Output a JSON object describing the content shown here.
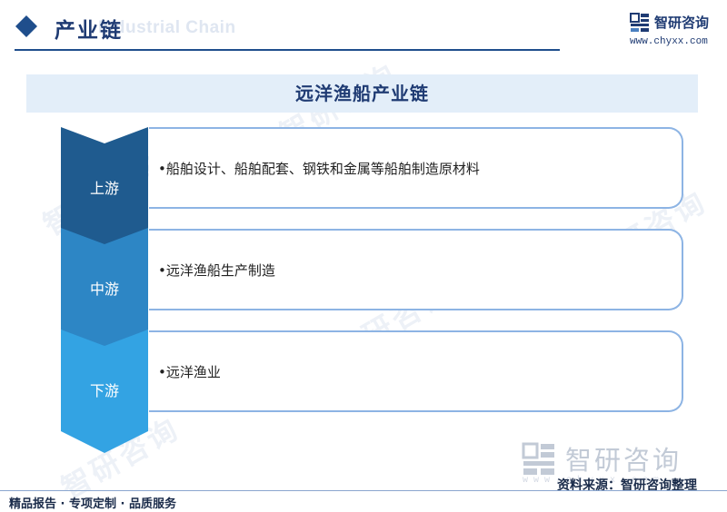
{
  "header": {
    "title": "产业链",
    "ghost_text": "Industrial Chain",
    "brand_name": "智研咨询",
    "brand_url": "www.chyxx.com"
  },
  "diagram": {
    "title": "远洋渔船产业链",
    "stages": [
      {
        "label": "上游",
        "text": "•船舶设计、船舶配套、钢铁和金属等船舶制造原材料",
        "color": "#1f5b8f"
      },
      {
        "label": "中游",
        "text": "•远洋渔船生产制造",
        "color": "#2d86c5"
      },
      {
        "label": "下游",
        "text": "•远洋渔业",
        "color": "#33a3e3"
      }
    ]
  },
  "footer": {
    "logo_text": "智研咨询",
    "url_faint": "www.chyxx.com",
    "source": "资料来源：智研咨询整理",
    "tagline": "精品报告 · 专项定制 · 品质服务"
  },
  "colors": {
    "brand": "#1f3b73",
    "title_band": "#e3eef9",
    "box_border": "#8db4e4"
  }
}
